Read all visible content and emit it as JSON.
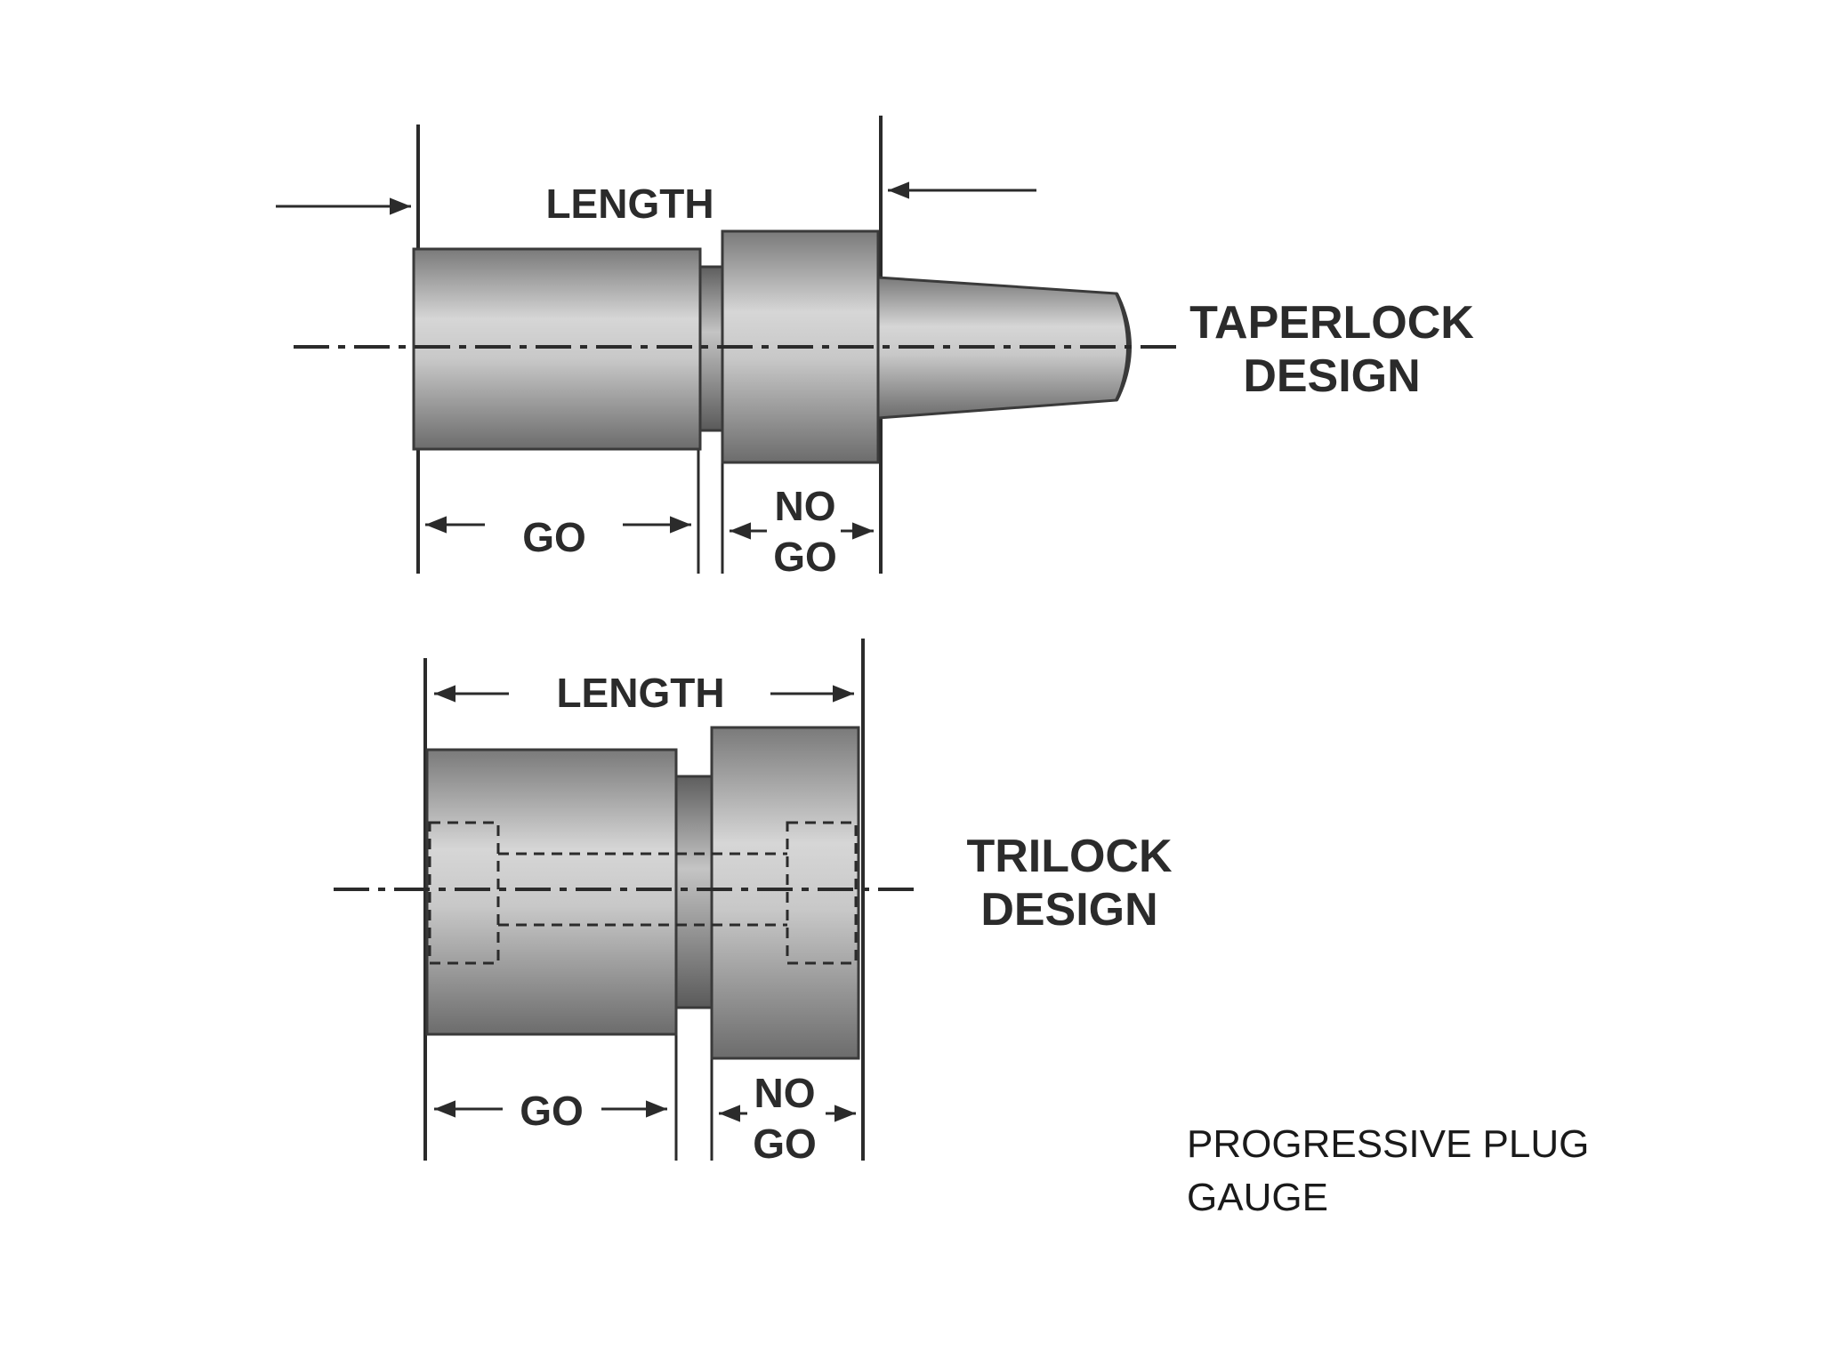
{
  "taperlock": {
    "length_label": "LENGTH",
    "go_label": "GO",
    "nogo_line1": "NO",
    "nogo_line2": "GO",
    "design_line1": "TAPERLOCK",
    "design_line2": "DESIGN"
  },
  "trilock": {
    "length_label": "LENGTH",
    "go_label": "GO",
    "nogo_line1": "NO",
    "nogo_line2": "GO",
    "design_line1": "TRILOCK",
    "design_line2": "DESIGN"
  },
  "caption": {
    "line1": "PROGRESSIVE PLUG",
    "line2": "GAUGE"
  },
  "colors": {
    "body_dark": "#6a6a6a",
    "body_light": "#d8d8d8",
    "line": "#2b2b2b",
    "background": "#ffffff"
  }
}
